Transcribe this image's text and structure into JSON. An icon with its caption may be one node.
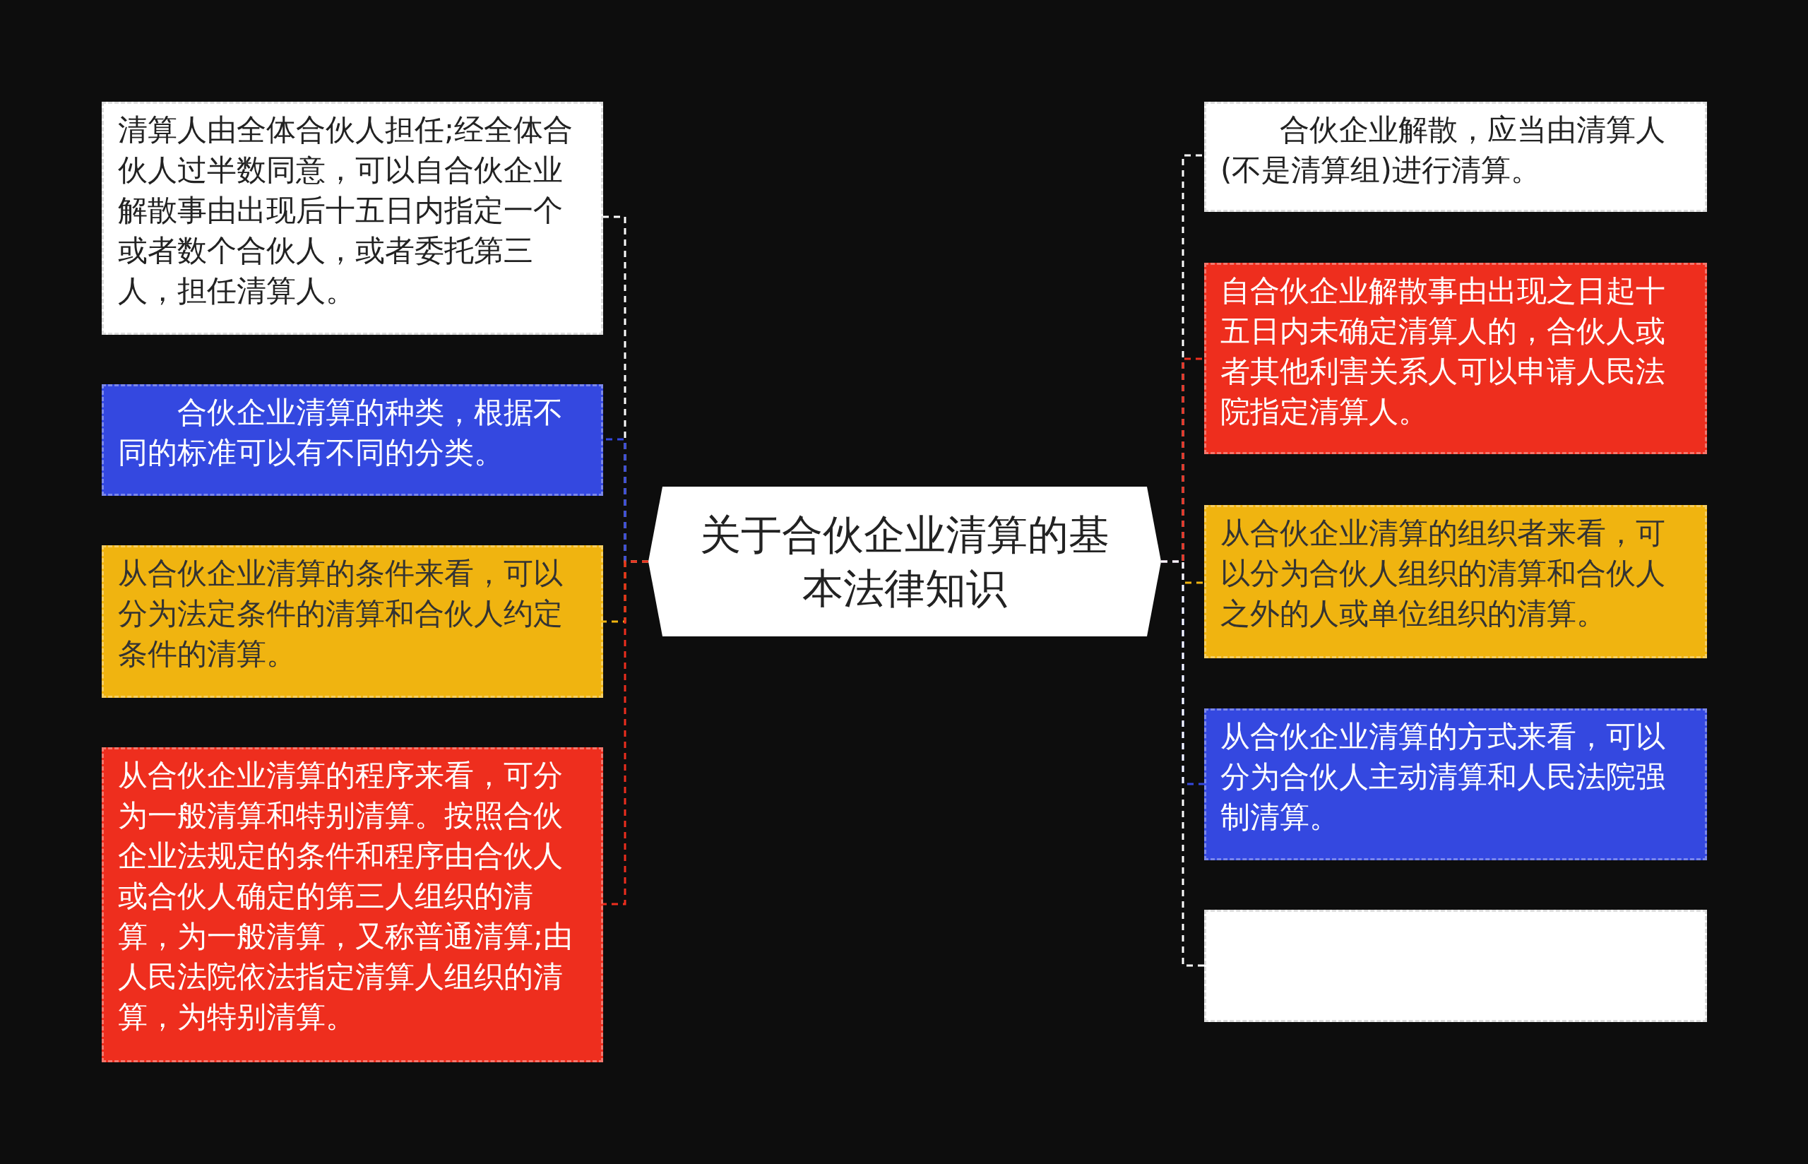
{
  "diagram": {
    "nodes": [
      {
        "text": [
          "关于合伙企业清算的基本法律知识"
        ]
      },
      {
        "text": [
          "清算人由全体合伙人担任;经全体合伙人过半数同意，可以自合伙企业解散事由出现后十五日内指定一个或者数个合伙人，或者委托第三人，担任清算人。"
        ]
      },
      {
        "text": [
          "合伙企业清算的种类，根据不同的标准可以有不同的分类。"
        ]
      },
      {
        "text": [
          "从合伙企业清算的条件来看，可以分为法定条件的清算和合伙人约定条件的清算。"
        ]
      },
      {
        "text": [
          "从合伙企业清算的程序来看，可分为一般清算和特别清算。按照合伙企业法规定的条件和程序由合伙人或合伙人确定的第三人组织的清算，为一般清算，又称普通清算;由人民法院依法指定清算人组织的清算，为特别清算。"
        ]
      },
      {
        "text": [
          "合伙企业解散，应当由清算人(不是清算组)进行清算。"
        ]
      },
      {
        "text": [
          "自合伙企业解散事由出现之日起十五日内未确定清算人的，合伙人或者其他利害关系人可以申请人民法院指定清算人。"
        ]
      },
      {
        "text": [
          "从合伙企业清算的组织者来看，可以分为合伙人组织的清算和合伙人之外的人或单位组织的清算。"
        ]
      },
      {
        "text": [
          "从合伙企业清算的方式来看，可以分为合伙人主动清算和人民法院强制清算。"
        ]
      },
      {
        "text": [],
        "shape": "box"
      }
    ],
    "edges": [
      {
        "from": 0,
        "to": 1,
        "arrow": "none",
        "style": "dashed",
        "color": "#ffffff"
      },
      {
        "from": 0,
        "to": 2,
        "arrow": "none",
        "style": "dashed",
        "color": "#3448e0"
      },
      {
        "from": 0,
        "to": 3,
        "arrow": "none",
        "style": "dashed",
        "color": "#f0b410"
      },
      {
        "from": 0,
        "to": 4,
        "arrow": "none",
        "style": "dashed",
        "color": "#ee2e1e"
      },
      {
        "from": 0,
        "to": 5,
        "arrow": "none",
        "style": "dashed",
        "color": "#ffffff"
      },
      {
        "from": 0,
        "to": 6,
        "arrow": "none",
        "style": "dashed",
        "color": "#ee2e1e"
      },
      {
        "from": 0,
        "to": 7,
        "arrow": "none",
        "style": "dashed",
        "color": "#f0b410"
      },
      {
        "from": 0,
        "to": 8,
        "arrow": "none",
        "style": "dashed",
        "color": "#3448e0"
      },
      {
        "from": 0,
        "to": 9,
        "arrow": "none",
        "style": "dashed",
        "color": "#ffffff"
      }
    ]
  }
}
